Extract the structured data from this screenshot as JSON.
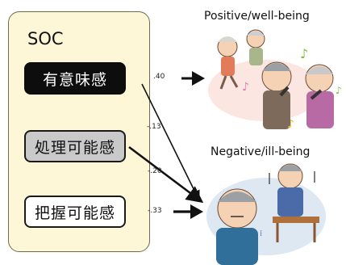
{
  "diagram": {
    "soc_label": "SOC",
    "components": [
      {
        "label": "有意味感"
      },
      {
        "label": "処理可能感"
      },
      {
        "label": "把握可能感"
      }
    ],
    "outcomes": {
      "positive": "Positive/well-being",
      "negative": "Negative/ill-being"
    },
    "coefficients": {
      "meaning_positive": ".40",
      "meaning_negative": "-.13",
      "handling_negative": "-.20",
      "grasp_negative": "-.33"
    },
    "colors": {
      "panel_fill": "#fdf7d7",
      "meaning_box": "#0d0d0d",
      "handling_box": "#c9c9c9",
      "grasp_box": "#ffffff"
    }
  }
}
